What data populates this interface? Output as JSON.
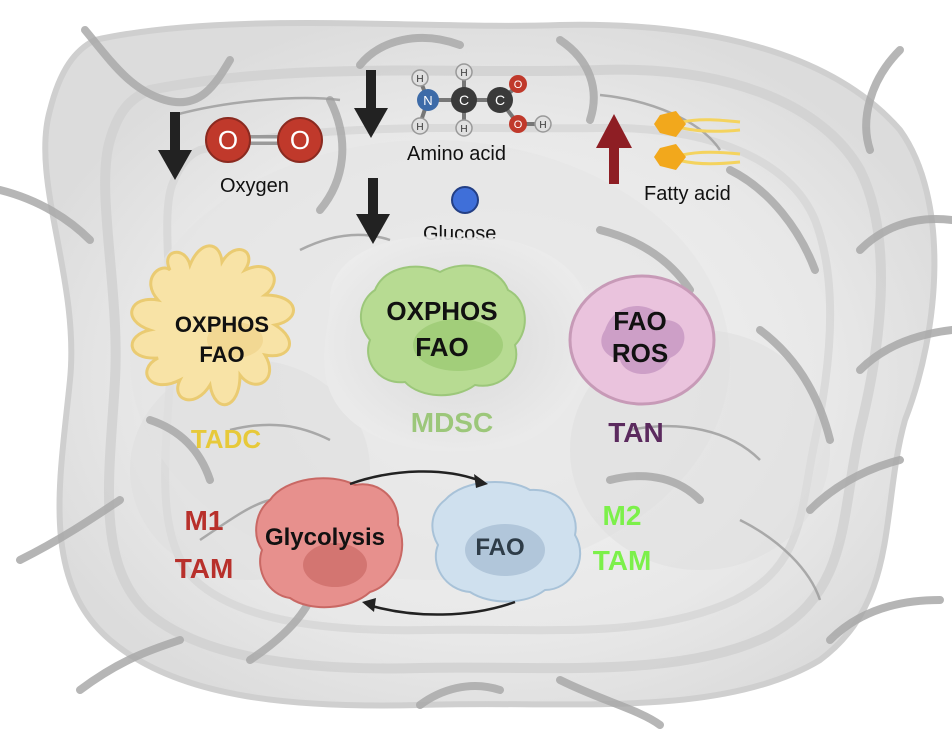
{
  "nutrients": {
    "oxygen": {
      "label": "Oxygen",
      "atom_label": "O",
      "trend": "down"
    },
    "amino_acid": {
      "label": "Amino acid",
      "trend": "down",
      "atoms": {
        "hydrogen": "H",
        "nitrogen": "N",
        "carbon": "C",
        "oxygen": "O"
      }
    },
    "glucose": {
      "label": "Glucose",
      "trend": "down"
    },
    "fatty_acid": {
      "label": "Fatty acid",
      "trend": "up"
    }
  },
  "cells": {
    "tadc": {
      "name": "TADC",
      "line1": "OXPHOS",
      "line2": "FAO",
      "color": "#E7C93A"
    },
    "mdsc": {
      "name": "MDSC",
      "line1": "OXPHOS",
      "line2": "FAO",
      "color": "#9CC77A"
    },
    "tan": {
      "name": "TAN",
      "line1": "FAO",
      "line2": "ROS",
      "color": "#5B2A5E"
    },
    "m1_tam": {
      "name_line1": "M1",
      "name_line2": "TAM",
      "process": "Glycolysis",
      "color": "#B8302B"
    },
    "m2_tam": {
      "name_line1": "M2",
      "name_line2": "TAM",
      "process": "FAO",
      "color": "#7CF04A"
    }
  },
  "colors": {
    "down_arrow": "#222222",
    "up_arrow": "#8E1E24",
    "glucose": "#3F6FD9",
    "oxygen_atom": "#C0392B",
    "nitrogen_atom": "#3D6BA8",
    "carbon_atom": "#3A3A3A",
    "hydrogen_atom": "#E0E0E0",
    "fatty_acid_head": "#F2A81C",
    "fatty_acid_tail": "#F4D35E"
  }
}
